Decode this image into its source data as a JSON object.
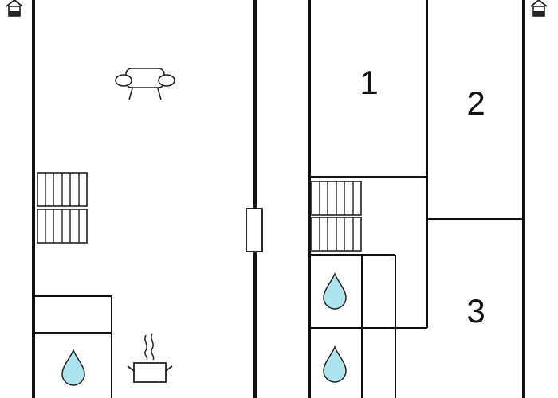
{
  "floorplan": {
    "rooms": [
      {
        "id": "room-1",
        "label": "1"
      },
      {
        "id": "room-2",
        "label": "2"
      },
      {
        "id": "room-3",
        "label": "3"
      }
    ],
    "icons": [
      {
        "name": "sofa-icon"
      },
      {
        "name": "cooking-pot-icon"
      },
      {
        "name": "water-drop-icon",
        "count": 3
      },
      {
        "name": "stairs-icon",
        "count": 4
      },
      {
        "name": "house-exit-icon",
        "count": 2
      }
    ],
    "colors": {
      "wall": "#111111",
      "water": "#aee4ee",
      "background": "#ffffff"
    }
  }
}
